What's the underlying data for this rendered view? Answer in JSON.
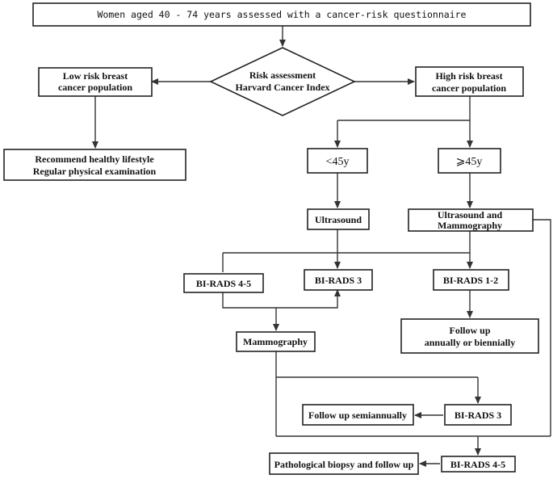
{
  "nodes": {
    "start": "Women aged 40 - 74 years assessed with a cancer-risk questionnaire",
    "risk_line1": "Risk assessment",
    "risk_line2": "Harvard Cancer Index",
    "low_line1": "Low risk  breast",
    "low_line2": "cancer population",
    "high_line1": "High risk  breast",
    "high_line2": "cancer population",
    "lifestyle_line1": "Recommend healthy lifestyle",
    "lifestyle_line2": "Regular physical examination",
    "under45": "<45y",
    "over45": "⩾45y",
    "ultrasound": "Ultrasound",
    "us_mammo_line1": "Ultrasound and",
    "us_mammo_line2": "Mammography",
    "birads45_left": "BI-RADS 4-5",
    "birads3_top": "BI-RADS 3",
    "birads12": "BI-RADS 1-2",
    "mammography": "Mammography",
    "followup_line1": "Follow up",
    "followup_line2": "annually or biennially",
    "followup_semi": "Follow up semiannually",
    "birads3_bottom": "BI-RADS 3",
    "biopsy": "Pathological biopsy and follow up",
    "birads45_bottom": "BI-RADS 4-5"
  },
  "colors": {
    "line": "#333333",
    "box_border": "#222222",
    "text": "#111111"
  }
}
